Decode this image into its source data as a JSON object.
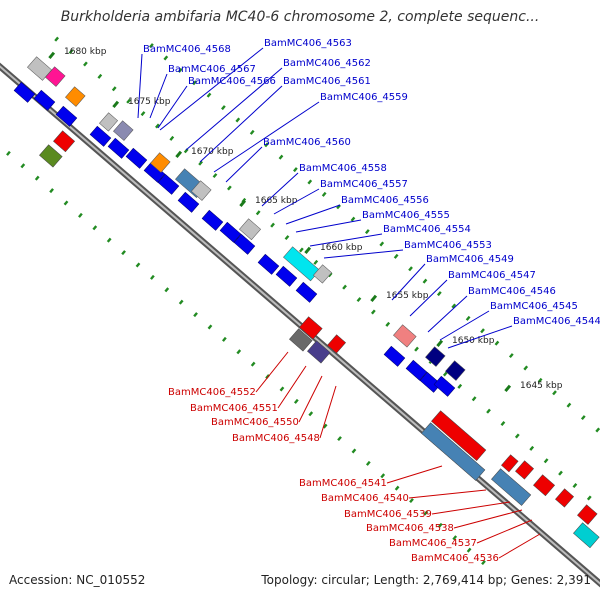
{
  "title": "Burkholderia ambifaria MC40-6 chromosome 2, complete sequenc...",
  "footer": {
    "accession": "Accession: NC_010552",
    "topology": "Topology: circular; Length: 2,769,414 bp; Genes: 2,391"
  },
  "kbp_ticks": [
    "1680 kbp",
    "1675 kbp",
    "1670 kbp",
    "1665 kbp",
    "1660 kbp",
    "1655 kbp",
    "1650 kbp",
    "1645 kbp"
  ],
  "forward_labels": [
    "BamMC406_4568",
    "BamMC406_4563",
    "BamMC406_4567",
    "BamMC406_4562",
    "BamMC406_4566",
    "BamMC406_4561",
    "BamMC406_4559",
    "BamMC406_4560",
    "BamMC406_4558",
    "BamMC406_4557",
    "BamMC406_4556",
    "BamMC406_4555",
    "BamMC406_4554",
    "BamMC406_4553",
    "BamMC406_4549",
    "BamMC406_4547",
    "BamMC406_4546",
    "BamMC406_4545",
    "BamMC406_4544"
  ],
  "reverse_labels": [
    "BamMC406_4552",
    "BamMC406_4551",
    "BamMC406_4550",
    "BamMC406_4548",
    "BamMC406_4541",
    "BamMC406_4540",
    "BamMC406_4539",
    "BamMC406_4538",
    "BamMC406_4537",
    "BamMC406_4536"
  ],
  "colors": {
    "forward_label": "#0000cc",
    "reverse_label": "#cc0000",
    "forward_gene": "#0000ee",
    "reverse_gene": "#ee0000",
    "backbone": "#888888",
    "tick_green": "#228b22"
  }
}
